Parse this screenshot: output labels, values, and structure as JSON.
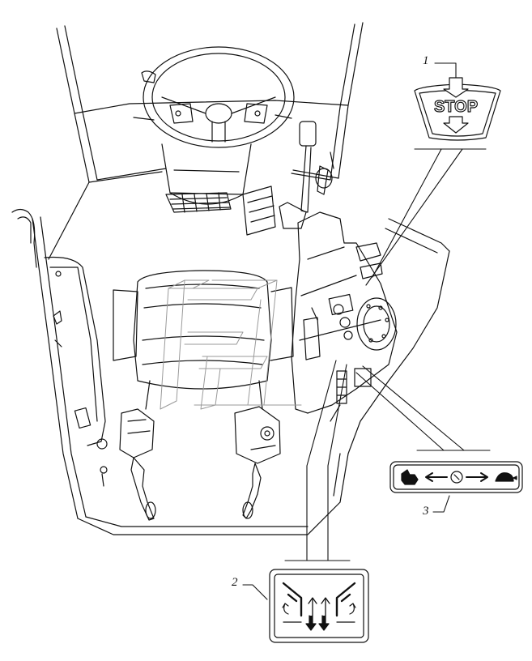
{
  "callouts": [
    {
      "number": "1",
      "part": "stop-decal"
    },
    {
      "number": "2",
      "part": "lift-lower-decal"
    },
    {
      "number": "3",
      "part": "speed-decal"
    }
  ],
  "decals": {
    "stop": {
      "label": "STOP"
    }
  },
  "colors": {
    "line": "#111111",
    "fill": "#ffffff",
    "watermark": "#9a9a9a"
  }
}
